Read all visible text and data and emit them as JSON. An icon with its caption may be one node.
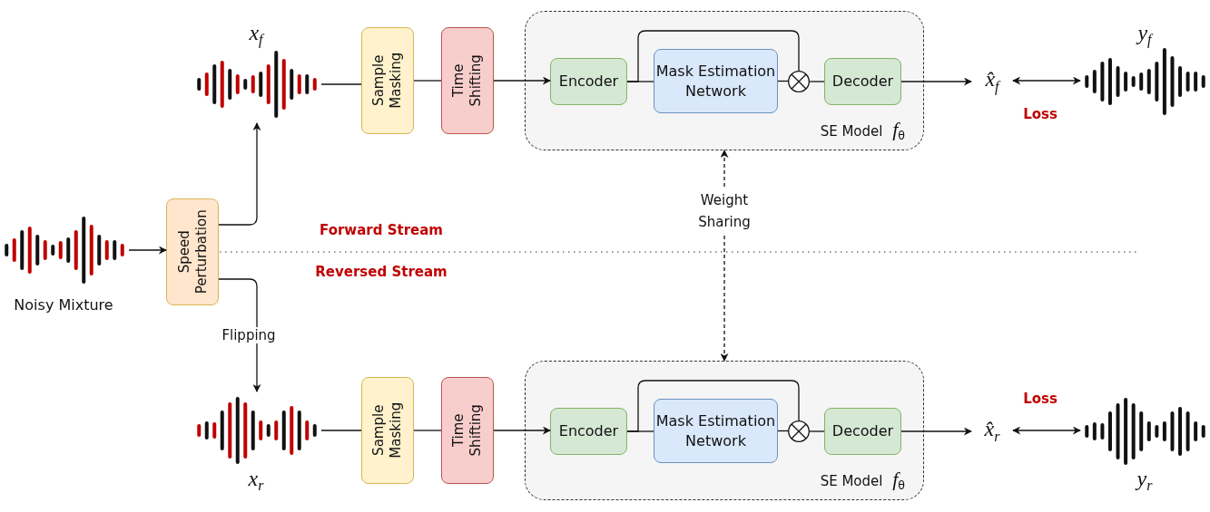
{
  "diagram": {
    "nodes": [
      {
        "text": [],
        "shape": "picture",
        "beside": [
          "Noisy Mixture"
        ]
      },
      {
        "text": [
          "Speed Perturbation"
        ]
      },
      {
        "text": [],
        "shape": "picture",
        "beside": [
          "x$_{f}$"
        ]
      },
      {
        "text": [
          "Sample Masking"
        ]
      },
      {
        "text": [
          "Time Shifting"
        ]
      },
      {
        "text": [
          "SE Model *f*$_{θ}$"
        ]
      },
      {
        "text": [
          "Encoder"
        ],
        "in": 5
      },
      {
        "text": [
          "Mask Estimation Network"
        ],
        "in": 5
      },
      {
        "text": [],
        "shape": "circle",
        "in": 5
      },
      {
        "text": [
          "Decoder"
        ],
        "in": 5
      },
      {
        "text": [
          "x̂$_{f}$"
        ]
      },
      {
        "text": [],
        "shape": "picture",
        "beside": [
          "y$_{f}$"
        ]
      },
      {
        "text": [
          "Weight Sharing"
        ]
      },
      {
        "text": [],
        "shape": "picture",
        "beside": [
          "x$_{r}$"
        ]
      },
      {
        "text": [
          "Sample Masking"
        ]
      },
      {
        "text": [
          "Time Shifting"
        ]
      },
      {
        "text": [
          "SE Model *f*$_{θ}$"
        ]
      },
      {
        "text": [
          "Encoder"
        ],
        "in": 16
      },
      {
        "text": [
          "Mask Estimation Network"
        ],
        "in": 16
      },
      {
        "text": [],
        "shape": "circle",
        "in": 16
      },
      {
        "text": [
          "Decoder"
        ],
        "in": 16
      },
      {
        "text": [
          "x̂$_{r}$"
        ]
      },
      {
        "text": [],
        "shape": "picture",
        "beside": [
          "y$_{r}$"
        ]
      }
    ],
    "edges": [
      {
        "from": 0,
        "to": 1,
        "arrow": "to"
      },
      {
        "from": 1,
        "to": 2,
        "arrow": "to"
      },
      {
        "from": 1,
        "to": 13,
        "arrow": "to",
        "label": "Flipping"
      },
      {
        "from": 2,
        "to": 3,
        "arrow": "none"
      },
      {
        "from": 3,
        "to": 4,
        "arrow": "none"
      },
      {
        "from": 4,
        "to": 6,
        "arrow": "to"
      },
      {
        "from": 6,
        "to": 7,
        "arrow": "none"
      },
      {
        "from": 6,
        "to": 8,
        "arrow": "none"
      },
      {
        "from": 7,
        "to": 8,
        "arrow": "none"
      },
      {
        "from": 8,
        "to": 9,
        "arrow": "none"
      },
      {
        "from": 9,
        "to": 10,
        "arrow": "to"
      },
      {
        "from": 10,
        "to": 11,
        "arrow": "both"
      },
      {
        "from": 12,
        "to": 5,
        "arrow": "to",
        "style": "dashed"
      },
      {
        "from": 12,
        "to": 16,
        "arrow": "to",
        "style": "dashed"
      },
      {
        "from": 13,
        "to": 14,
        "arrow": "none"
      },
      {
        "from": 14,
        "to": 15,
        "arrow": "none"
      },
      {
        "from": 15,
        "to": 17,
        "arrow": "to"
      },
      {
        "from": 17,
        "to": 18,
        "arrow": "none"
      },
      {
        "from": 17,
        "to": 19,
        "arrow": "none"
      },
      {
        "from": 18,
        "to": 19,
        "arrow": "none"
      },
      {
        "from": 19,
        "to": 20,
        "arrow": "none"
      },
      {
        "from": 20,
        "to": 21,
        "arrow": "to"
      },
      {
        "from": 21,
        "to": 22,
        "arrow": "both"
      }
    ],
    "labels": [
      "Forward Stream",
      "Reversed Stream",
      "Loss",
      "Loss"
    ]
  }
}
